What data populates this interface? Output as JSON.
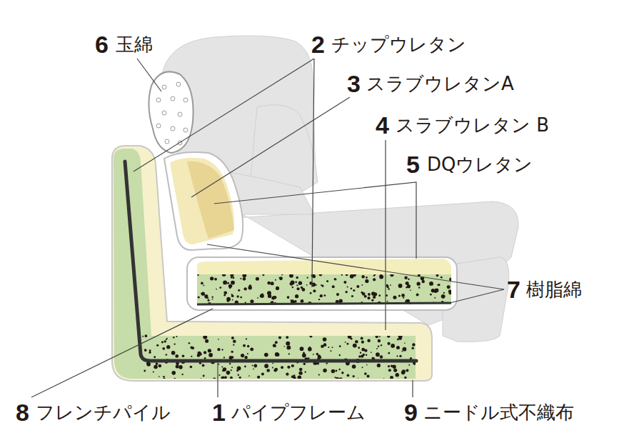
{
  "diagram": {
    "labels": [
      "6",
      "玉綿",
      "2",
      "チップウレタン",
      "3",
      "スラブウレタンA",
      "4",
      "スラブウレタン B",
      "5",
      "DQウレタン",
      "7",
      "樹脂綿",
      "8",
      "フレンチパイル",
      "1",
      "パイプフレーム",
      "9",
      "ニードル式不織布"
    ]
  }
}
